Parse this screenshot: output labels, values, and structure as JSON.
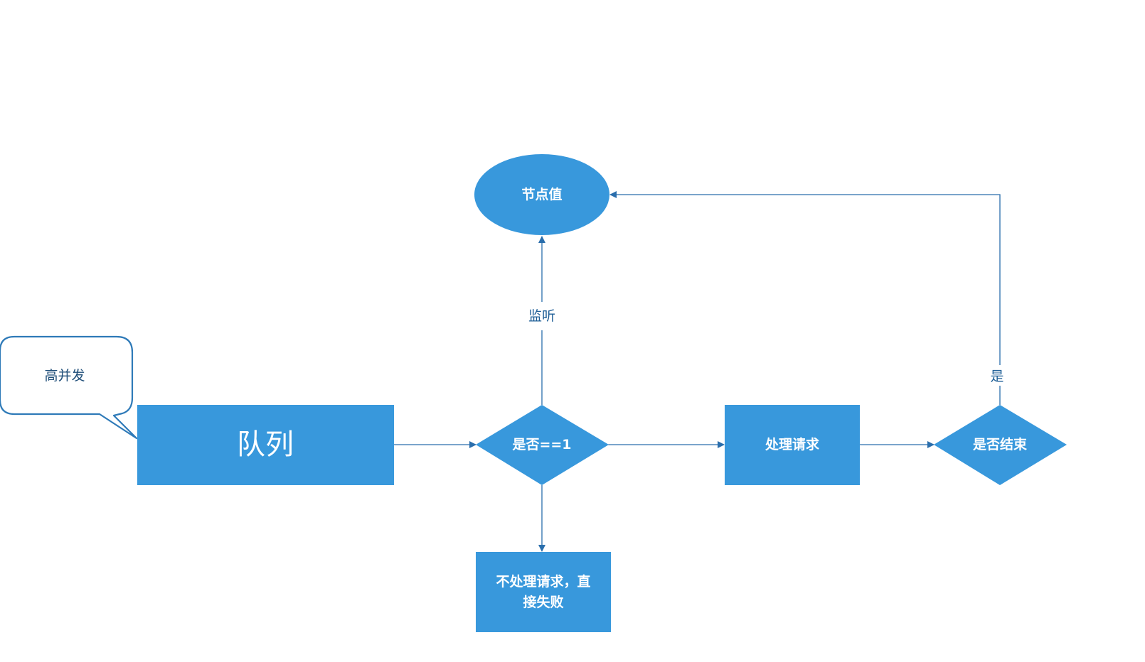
{
  "colors": {
    "node_fill": "#3898dc",
    "edge_stroke": "#2a6eac",
    "label_text": "#1f5f97",
    "callout_stroke": "#2e7ab8",
    "background": "#ffffff"
  },
  "nodes": {
    "queue": {
      "label": "队列",
      "shape": "rectangle"
    },
    "check_equals_one": {
      "label": "是否==1",
      "shape": "diamond"
    },
    "node_value": {
      "label": "节点值",
      "shape": "ellipse"
    },
    "process_request": {
      "label": "处理请求",
      "shape": "rectangle"
    },
    "is_finished": {
      "label": "是否结束",
      "shape": "diamond"
    },
    "reject_request": {
      "label_line1": "不处理请求，直",
      "label_line2": "接失败",
      "shape": "rectangle"
    }
  },
  "callout": {
    "label": "高并发"
  },
  "edges": {
    "listen_label": "监听",
    "yes_label": "是"
  }
}
